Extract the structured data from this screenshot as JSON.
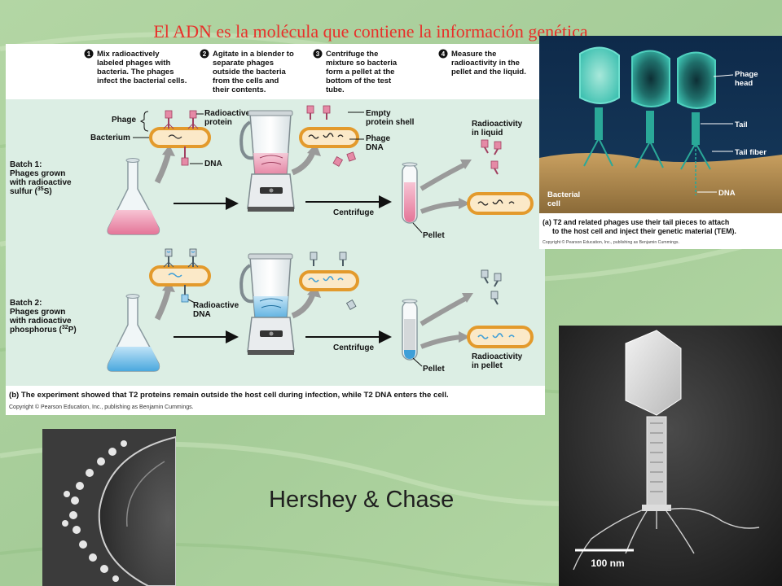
{
  "slide": {
    "title": "El ADN es la molécula que contiene la información genética",
    "caption": "Hershey & Chase"
  },
  "experiment": {
    "steps": [
      {
        "number": "1",
        "lines": [
          "Mix radioactively",
          "labeled phages with",
          "bacteria. The phages",
          "infect the bacterial cells."
        ]
      },
      {
        "number": "2",
        "lines": [
          "Agitate in a blender to",
          "separate phages",
          "outside the bacteria",
          "from the cells and",
          "their contents."
        ]
      },
      {
        "number": "3",
        "lines": [
          "Centrifuge the",
          "mixture so bacteria",
          "form a pellet at the",
          "bottom of the test",
          "tube."
        ]
      },
      {
        "number": "4",
        "lines": [
          "Measure the",
          "radioactivity in the",
          "pellet and the liquid."
        ]
      }
    ],
    "batch1": {
      "title": "Batch 1:",
      "desc_lines": [
        "Phages grown",
        "with radioactive"
      ],
      "isotope_prefix": "sulfur (",
      "isotope_sup": "35",
      "isotope_suffix": "S)",
      "labels": {
        "phage": "Phage",
        "bacterium": "Bacterium",
        "radioactive_protein": [
          "Radioactive",
          "protein"
        ],
        "dna": "DNA",
        "empty_shell": [
          "Empty",
          "protein shell"
        ],
        "phage_dna": [
          "Phage",
          "DNA"
        ],
        "centrifuge": "Centrifuge",
        "pellet": "Pellet",
        "result": [
          "Radioactivity",
          "in liquid"
        ]
      }
    },
    "batch2": {
      "title": "Batch 2:",
      "desc_lines": [
        "Phages grown",
        "with radioactive"
      ],
      "isotope_prefix": "phosphorus (",
      "isotope_sup": "32",
      "isotope_suffix": "P)",
      "labels": {
        "radioactive_dna": [
          "Radioactive",
          "DNA"
        ],
        "centrifuge": "Centrifuge",
        "pellet": "Pellet",
        "result": [
          "Radioactivity",
          "in pellet"
        ]
      }
    },
    "conclusion_tag": "(b)",
    "conclusion": "The experiment showed that T2 proteins remain outside the host cell during infection, while T2 DNA enters the cell.",
    "copyright": "Copyright © Pearson Education, Inc., publishing as Benjamin Cummings."
  },
  "micrograph_a": {
    "labels": {
      "phage_head": [
        "Phage",
        "head"
      ],
      "tail": "Tail",
      "tail_fiber": "Tail fiber",
      "dna": "DNA",
      "bacterial_cell": [
        "Bacterial",
        "cell"
      ]
    },
    "caption_tag": "(a)",
    "caption_lines": [
      "T2 and related phages use their tail pieces to attach",
      "to the host cell and inject their genetic material (TEM)."
    ],
    "copyright": "Copyright © Pearson Education, Inc., publishing as Benjamin Cummings."
  },
  "micrograph_b": {
    "scale": "100 nm"
  },
  "colors": {
    "radioactive_protein": "#e58aa6",
    "radioactive_dna": "#3f9fd8",
    "bacterium_fill": "#fbe9c8",
    "bacterium_border": "#e39a2c",
    "panel_band": "#dceee4"
  }
}
